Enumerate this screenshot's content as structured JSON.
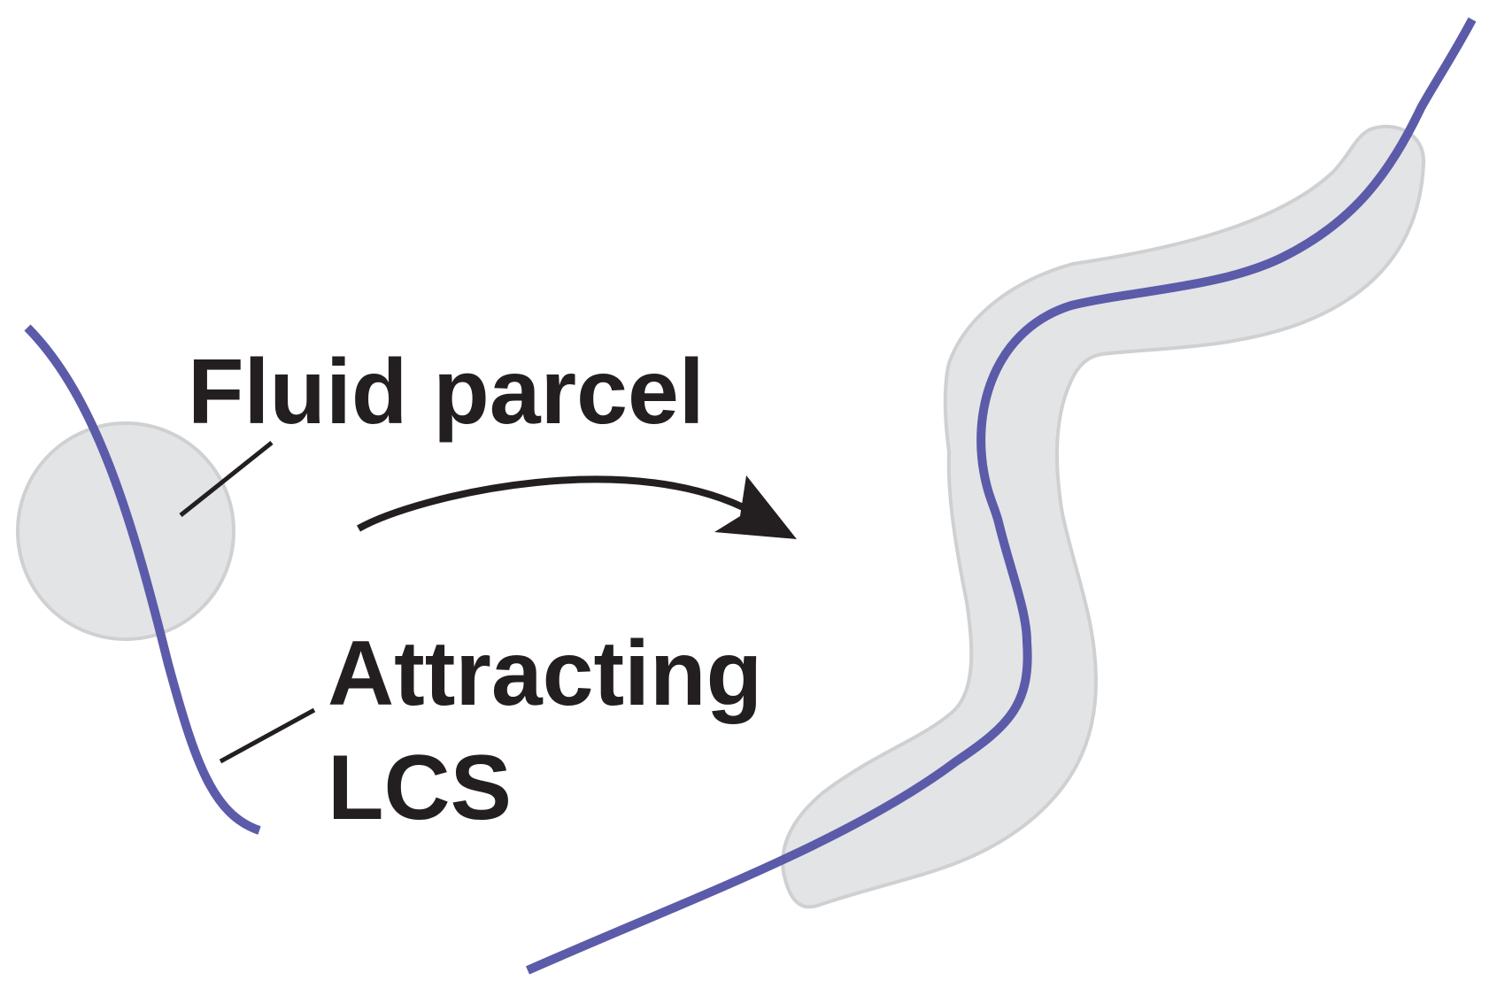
{
  "labels": {
    "fluid_parcel": "Fluid parcel",
    "attracting_line1": "Attracting",
    "attracting_line2": "LCS"
  },
  "colors": {
    "lcs_curve": "#5b5ba9",
    "parcel_fill": "#e3e4e6",
    "parcel_stroke": "#cfd0d2",
    "text": "#231f20",
    "arrow": "#231f20",
    "leader_line": "#231f20",
    "background": "#ffffff"
  }
}
